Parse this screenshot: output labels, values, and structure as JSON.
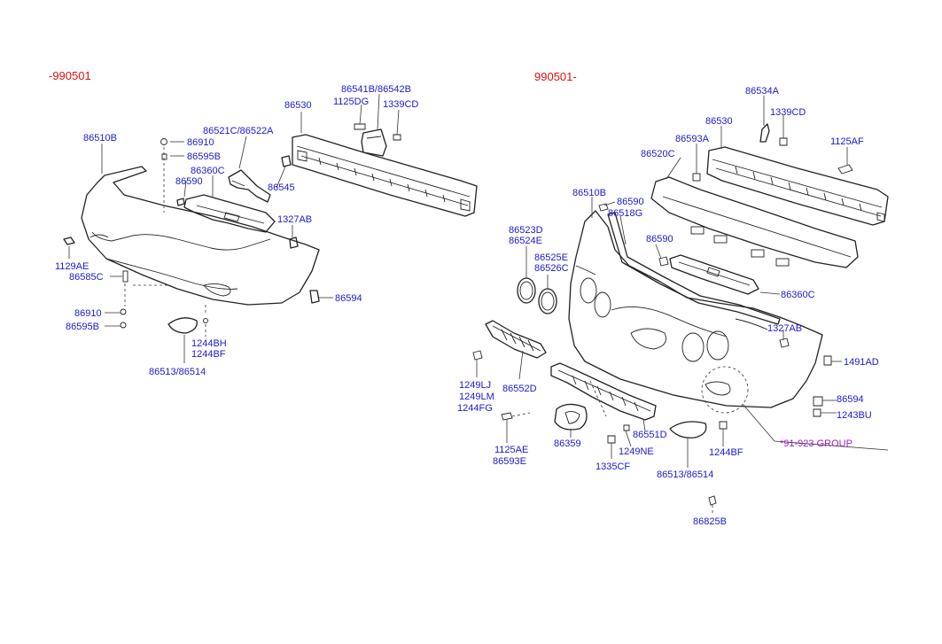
{
  "sections": {
    "left_header": "-990501",
    "right_header": "990501-"
  },
  "left_labels": {
    "l86541B": "86541B/86542B",
    "l1125DG": "1125DG",
    "l1339CD": "1339CD",
    "l86530": "86530",
    "l86521C": "86521C/86522A",
    "l86510B": "86510B",
    "l86910a": "86910",
    "l86595Ba": "86595B",
    "l86360C": "86360C",
    "l86590": "86590",
    "l86545": "86545",
    "l1327AB": "1327AB",
    "l1129AE": "1129AE",
    "l86585C": "86585C",
    "l86594": "86594",
    "l86910b": "86910",
    "l86595Bb": "86595B",
    "l1244BH": "1244BH",
    "l1244BF": "1244BF",
    "l86513": "86513/86514"
  },
  "right_labels": {
    "r86534A": "86534A",
    "r1339CD": "1339CD",
    "r86530": "86530",
    "r86593A": "86593A",
    "r1125AF": "1125AF",
    "r86520C": "86520C",
    "r86510B": "86510B",
    "r86590a": "86590",
    "r86518G": "86518G",
    "r86523D": "86523D",
    "r86524E": "86524E",
    "r86590b": "86590",
    "r86525E": "86525E",
    "r86526C": "86526C",
    "r86360C": "86360C",
    "r1327AB": "1327AB",
    "r1491AD": "1491AD",
    "r1249LJ": "1249LJ",
    "r1249LM": "1249LM",
    "r1244FG": "1244FG",
    "r86552D": "86552D",
    "r86594": "86594",
    "r1243BU": "1243BU",
    "r86359": "86359",
    "r86551D": "86551D",
    "r91923": "*91-923 GROUP",
    "r1125AE": "1125AE",
    "r86593E": "86593E",
    "r1335CF": "1335CF",
    "r1249NE": "1249NE",
    "r1244BF": "1244BF",
    "r86513": "86513/86514",
    "r86825B": "86825B"
  },
  "colors": {
    "labels": "#1a1ad0",
    "headers": "#e01010",
    "group_ref": "#a020c0",
    "lines": "#222222"
  }
}
